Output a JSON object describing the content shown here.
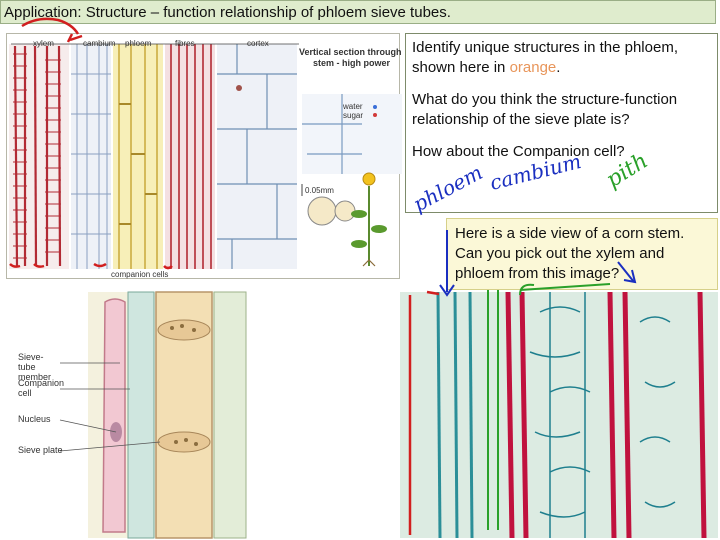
{
  "slide": {
    "title": "Application: Structure – function relationship of phloem sieve tubes."
  },
  "top_figure": {
    "labels": {
      "xylem": "xylem",
      "cambium": "cambium",
      "phloem": "phloem",
      "fibres": "fibres",
      "cortex": "cortex",
      "section_title_1": "Vertical section through",
      "section_title_2": "stem - high power",
      "water": "water",
      "sugar": "sugar",
      "scale": "0.05mm",
      "companion_cells": "companion cells"
    }
  },
  "questions": {
    "q1_before": "Identify unique structures in the phloem, shown here in ",
    "q1_orange": "orange",
    "q1_after": ".",
    "q2": "What do you think the structure-function relationship of the sieve plate is?",
    "q3": "How about the Companion cell?"
  },
  "corn": {
    "text": "Here is a side view of a corn stem. Can you pick out the xylem and phloem from this image?"
  },
  "bottom_figure": {
    "labels": {
      "sieve_tube": "Sieve-tube member",
      "companion": "Companion cell",
      "nucleus": "Nucleus",
      "sieve_plate": "Sieve plate"
    }
  },
  "handwriting": {
    "phloem": "phloem",
    "cambium": "cambium",
    "pith": "pith"
  },
  "colors": {
    "accent_orange": "#e8955a",
    "ink_red": "#d11f1f",
    "ink_green": "#2aa02a",
    "ink_blue": "#1a2fc0",
    "title_bg": "#dfeccd"
  }
}
